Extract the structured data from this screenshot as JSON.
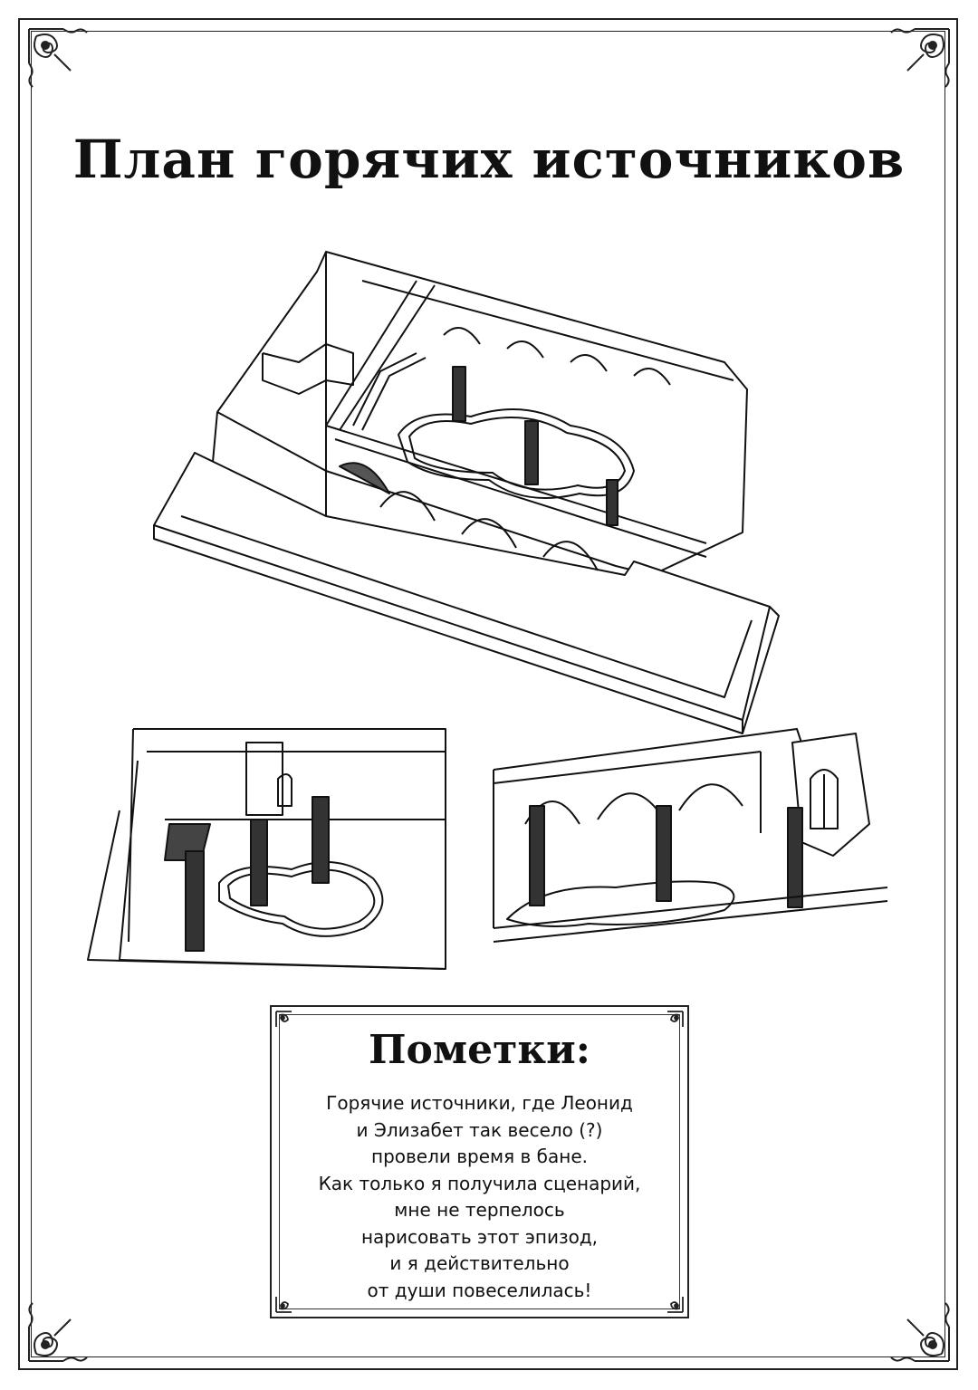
{
  "title": "План горячих источников",
  "notes": {
    "heading": "Пометки:",
    "lines": [
      "Горячие источники, где Леонид",
      "и Элизабет так весело (?)",
      "провели время в бане.",
      "Как только я получила сценарий,",
      "мне не терпелось",
      "нарисовать этот эпизод,",
      "и я действительно",
      "от души повеселилась!"
    ]
  },
  "illustrations": {
    "main": "hot-spring-floorplan-isometric",
    "left": "hot-spring-interior-pool-view",
    "right": "hot-spring-arches-pool-view"
  },
  "colors": {
    "ink": "#111111",
    "paper": "#ffffff"
  }
}
